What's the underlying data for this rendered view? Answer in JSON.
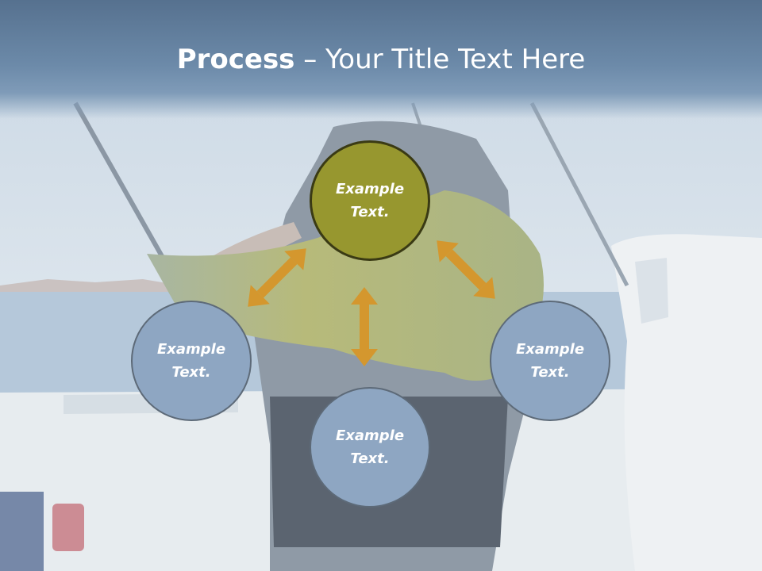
{
  "title": {
    "bold": "Process",
    "rest": " – Your Title Text Here"
  },
  "nodes": {
    "top": {
      "text": "Example Text.",
      "color": "#97972f"
    },
    "left": {
      "text": "Example Text.",
      "color": "#8ea6c2"
    },
    "right": {
      "text": "Example Text.",
      "color": "#8ea6c2"
    },
    "bottom": {
      "text": "Example Text.",
      "color": "#8ea6c2"
    }
  },
  "arrow_color": "#d4972e",
  "background": "photo of a person on a boat holding a large dorado fish, faded"
}
